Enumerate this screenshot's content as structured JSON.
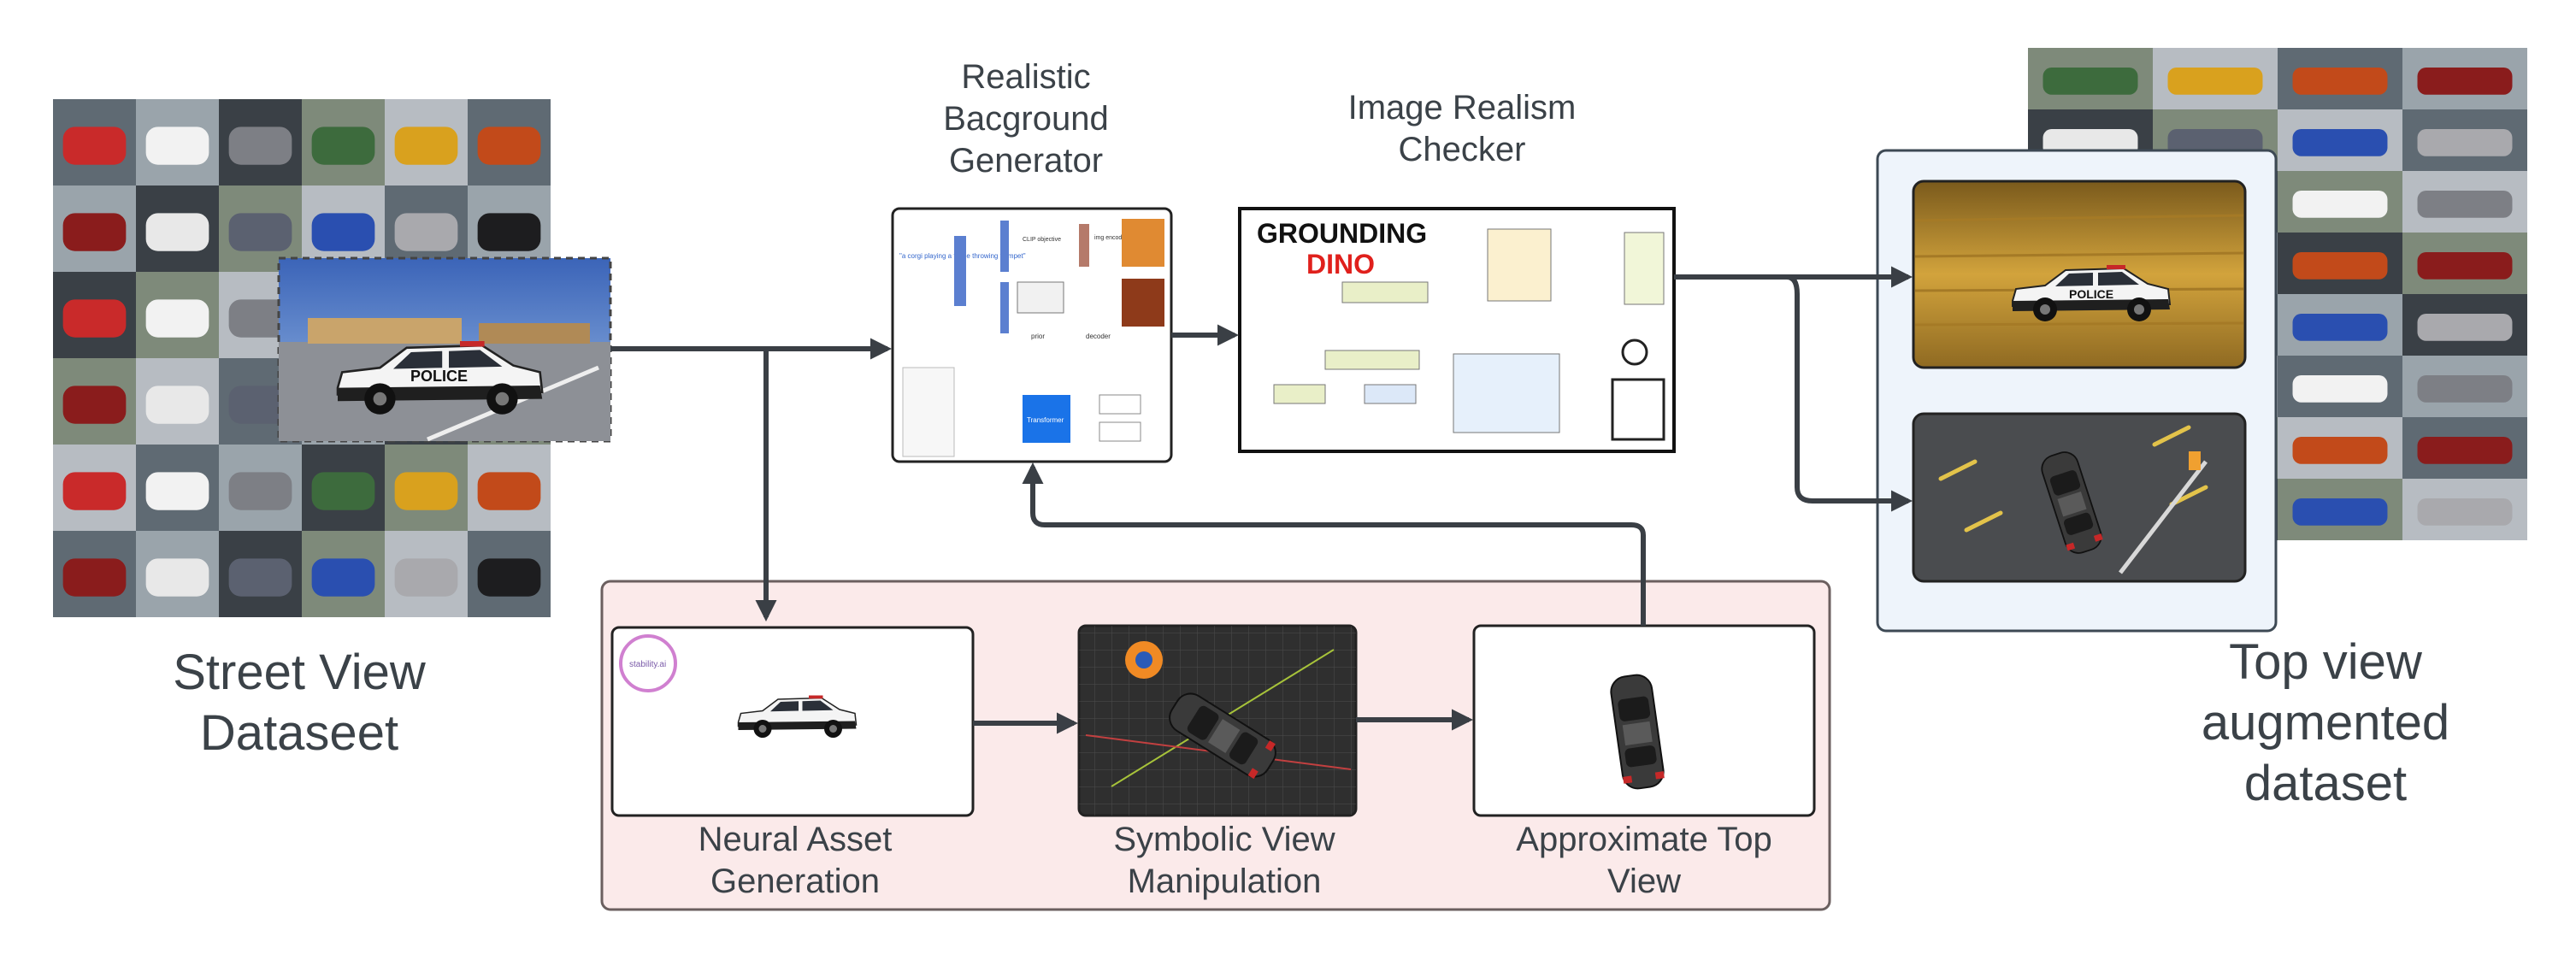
{
  "labels": {
    "street_view": "Street View\nDataseet",
    "top_view": "Top view\naugmented\ndataset",
    "bg_generator": "Realistic\nBacground\nGenerator",
    "realism_checker": "Image Realism\nChecker",
    "neural_asset": "Neural Asset\nGeneration",
    "symbolic_view": "Symbolic View\nManipulation",
    "approx_top": "Approximate Top\nView"
  },
  "grounding": {
    "title": "GROUNDING",
    "subtitle": "DINO"
  },
  "car": {
    "police_text": "POLICE"
  },
  "bg_gen_inner": {
    "prompt": "\"a corgi playing a flame throwing trumpet\"",
    "clip": "CLIP objective",
    "encoder": "img encoder",
    "prior": "prior",
    "decoder": "decoder",
    "transformer": "Transformer"
  },
  "asset_logo": "stability.ai",
  "colors": {
    "arrow": "#3a3f45",
    "pink_panel": "#fbeaea",
    "pink_border": "#6b5f5f",
    "blue_panel": "#eef4fb",
    "grounding_red": "#e0201c",
    "transformer_blue": "#1a73e8"
  }
}
